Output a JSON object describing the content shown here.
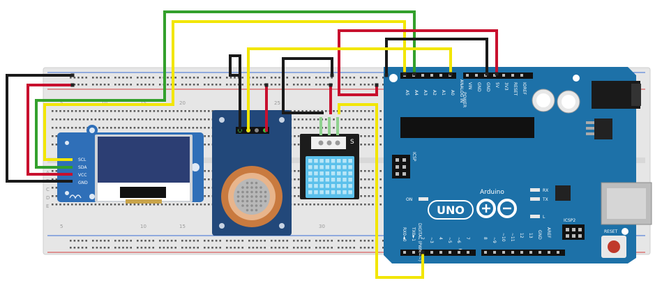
{
  "oled": {
    "pins": [
      "SCL",
      "SDA",
      "VCC",
      "GND"
    ]
  },
  "breadboard": {
    "row_numbers": [
      "5",
      "10",
      "15",
      "20",
      "25",
      "30"
    ],
    "row_letters": [
      "A",
      "B",
      "C",
      "D",
      "E"
    ]
  },
  "arduino": {
    "analog_pins": [
      "A5",
      "A4",
      "A3",
      "A2",
      "A1",
      "A0"
    ],
    "analog_title": "ANALOG IN",
    "power_pins": [
      "VIN",
      "GND",
      "GND",
      "5V",
      "3V3",
      "RESET",
      "IOREF"
    ],
    "power_title": "POWER",
    "brand": "Arduino",
    "logo_text": "UNO",
    "digital_title": "DIGITAL (PWM=~)",
    "digital_pins": [
      "RX0◄0",
      "TX0►1",
      "2",
      "~3",
      "4",
      "~5",
      "~6",
      "7",
      "8",
      "~9",
      "~10",
      "~11",
      "12",
      "13",
      "GND",
      "AREF"
    ],
    "icsp_label": "ICSP",
    "icsp2_label": "ICSP2",
    "reset_label": "RESET",
    "on_label": "ON",
    "tx_label": "TX",
    "rx_label": "RX",
    "l_label": "L"
  },
  "colors": {
    "wire_red": "#c8102e",
    "wire_black": "#1a1a1a",
    "wire_green": "#33a02c",
    "wire_yellow": "#f2e600",
    "arduino_blue": "#1d71a8",
    "oled_blue": "#2f6fb8",
    "gas_sensor_blue": "#22487a",
    "dht_blue": "#5bc0eb"
  }
}
